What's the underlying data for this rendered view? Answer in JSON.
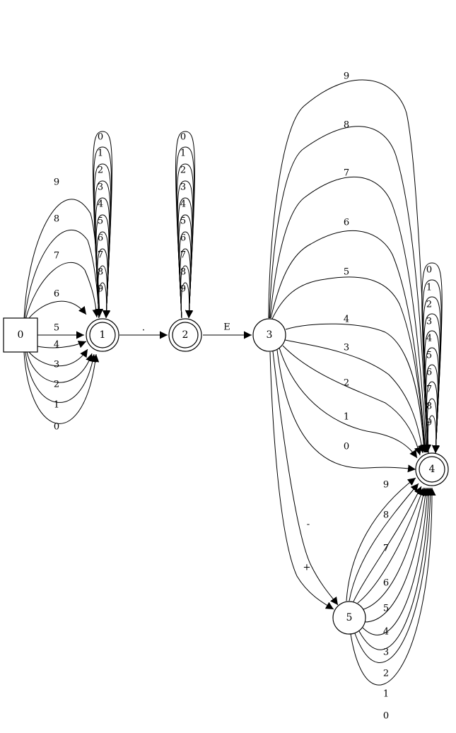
{
  "nodes": [
    {
      "id": "0",
      "label": "0",
      "shape": "box"
    },
    {
      "id": "1",
      "label": "1",
      "shape": "doublecircle"
    },
    {
      "id": "2",
      "label": "2",
      "shape": "doublecircle"
    },
    {
      "id": "3",
      "label": "3",
      "shape": "circle"
    },
    {
      "id": "4",
      "label": "4",
      "shape": "doublecircle"
    },
    {
      "id": "5",
      "label": "5",
      "shape": "circle"
    }
  ],
  "edges": {
    "n0_to_n1": [
      "9",
      "8",
      "7",
      "6",
      "5",
      "4",
      "3",
      "2",
      "1",
      "0"
    ],
    "n1_self": [
      "0",
      "1",
      "2",
      "3",
      "4",
      "5",
      "6",
      "7",
      "8",
      "9"
    ],
    "n1_to_n2": ".",
    "n2_self": [
      "0",
      "1",
      "2",
      "3",
      "4",
      "5",
      "6",
      "7",
      "8",
      "9"
    ],
    "n2_to_n3": "E",
    "n3_to_n4": [
      "9",
      "8",
      "7",
      "6",
      "5",
      "4",
      "3",
      "2",
      "1",
      "0"
    ],
    "n3_to_n5": [
      "-",
      "+"
    ],
    "n4_self": [
      "0",
      "1",
      "2",
      "3",
      "4",
      "5",
      "6",
      "7",
      "8",
      "9"
    ],
    "n5_to_n4": [
      "9",
      "8",
      "7",
      "6",
      "5",
      "4",
      "3",
      "2",
      "1",
      "0"
    ]
  },
  "colors": {
    "stroke": "#000000",
    "background": "#ffffff"
  }
}
